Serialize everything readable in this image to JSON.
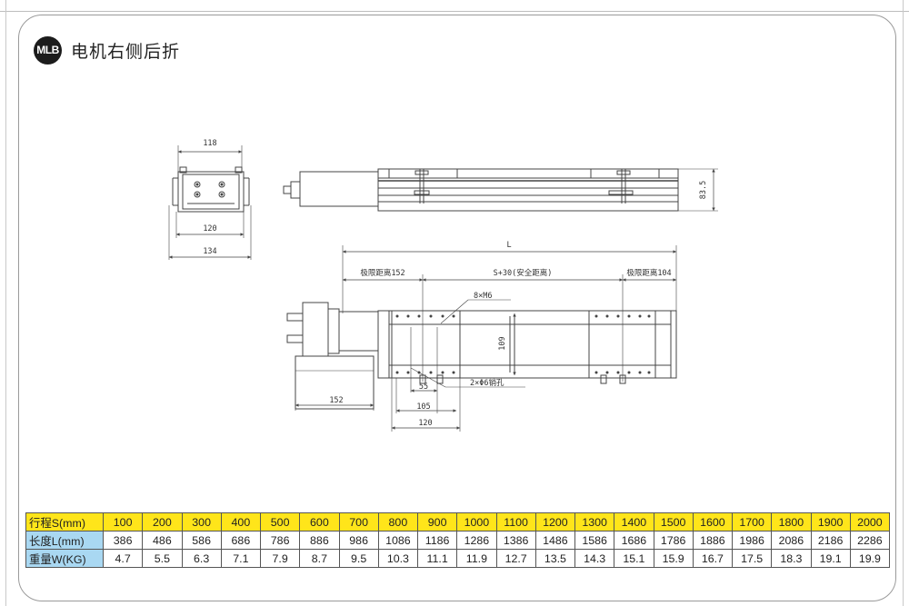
{
  "header": {
    "badge": "MLB",
    "title": "电机右侧后折"
  },
  "drawing": {
    "dims": {
      "d118": "118",
      "d120_side": "120",
      "d134": "134",
      "d83_5": "83.5",
      "dL": "L",
      "limit_left": "极限距离152",
      "stroke_safe": "S+30(安全距离)",
      "limit_right": "极限距离104",
      "holes_m6": "8×M6",
      "d109": "109",
      "pin_holes": "2×Φ6销孔",
      "d55": "55",
      "d105": "105",
      "d120_bottom": "120",
      "d152": "152"
    }
  },
  "table": {
    "rows": [
      {
        "header": "行程S(mm)",
        "cells": [
          "100",
          "200",
          "300",
          "400",
          "500",
          "600",
          "700",
          "800",
          "900",
          "1000",
          "1100",
          "1200",
          "1300",
          "1400",
          "1500",
          "1600",
          "1700",
          "1800",
          "1900",
          "2000"
        ]
      },
      {
        "header": "长度L(mm)",
        "cells": [
          "386",
          "486",
          "586",
          "686",
          "786",
          "886",
          "986",
          "1086",
          "1186",
          "1286",
          "1386",
          "1486",
          "1586",
          "1686",
          "1786",
          "1886",
          "1986",
          "2086",
          "2186",
          "2286"
        ]
      },
      {
        "header": "重量W(KG)",
        "cells": [
          "4.7",
          "5.5",
          "6.3",
          "7.1",
          "7.9",
          "8.7",
          "9.5",
          "10.3",
          "11.1",
          "11.9",
          "12.7",
          "13.5",
          "14.3",
          "15.1",
          "15.9",
          "16.7",
          "17.5",
          "18.3",
          "19.1",
          "19.9"
        ]
      }
    ]
  }
}
